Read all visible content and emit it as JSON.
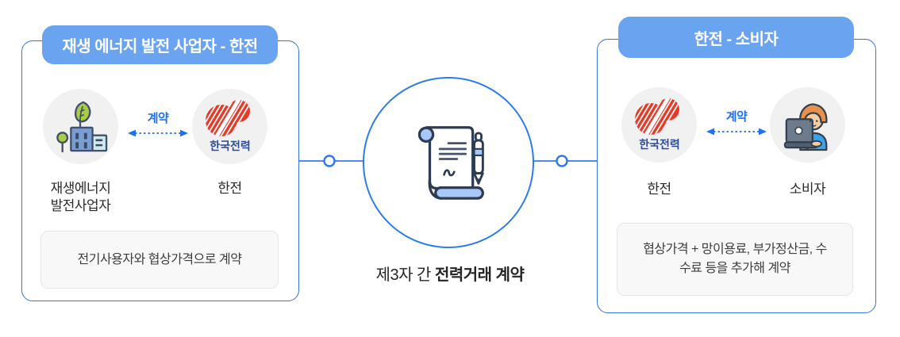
{
  "diagram": {
    "left_card": {
      "title": "재생 에너지 발전 사업자 - 한전",
      "entities": [
        {
          "label": "재생에너지\n발전사업자",
          "icon": "renewable-producer-building-icon"
        },
        {
          "label": "한전",
          "icon": "kepco-logo-icon"
        }
      ],
      "relation_label": "계약",
      "note": "전기사용자와 협상가격으로 계약"
    },
    "center": {
      "caption_regular": "제3자 간 ",
      "caption_bold": "전력거래 계약",
      "icon": "contract-scroll-icon"
    },
    "right_card": {
      "title": "한전 - 소비자",
      "entities": [
        {
          "label": "한전",
          "icon": "kepco-logo-icon"
        },
        {
          "label": "소비자",
          "icon": "consumer-laptop-icon"
        }
      ],
      "relation_label": "계약",
      "note": "협상가격 + 망이용료, 부가정산금, 수\n수료 등을 추가해 계약"
    },
    "kepco_logo_text": "한국전력"
  },
  "colors": {
    "badge_blue": "#6aa3f0",
    "card_border_blue": "#3473e4",
    "center_circle_blue": "#2b7cf0",
    "arrow_blue": "#1f6ff2",
    "note_bg": "#f8f8f9",
    "entity_circle_bg": "#f1f1f2",
    "kepco_red": "#e63a28",
    "kepco_text_blue": "#2b4b9b",
    "leaf_green": "#a9ce44",
    "building_blue": "#7b9ed2",
    "shirt_blue": "#38a3e8",
    "scroll_light_blue": "#a8c9f7",
    "outline_navy": "#2d3c52",
    "text_dark": "#2a2a2a"
  }
}
